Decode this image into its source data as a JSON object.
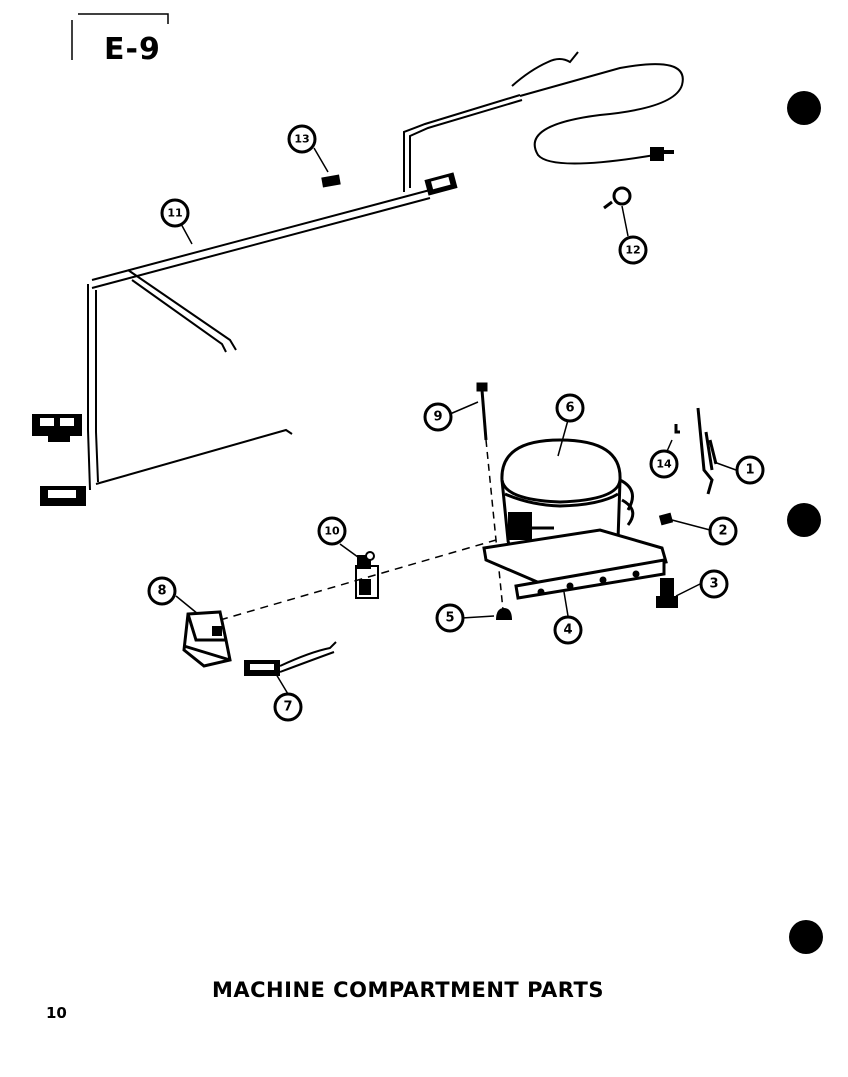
{
  "page_label": "E-9",
  "caption": "MACHINE COMPARTMENT PARTS",
  "page_number": "10",
  "callouts": [
    {
      "id": "p1",
      "label": "1"
    },
    {
      "id": "p2",
      "label": "2"
    },
    {
      "id": "p3",
      "label": "3"
    },
    {
      "id": "p4",
      "label": "4"
    },
    {
      "id": "p5",
      "label": "5"
    },
    {
      "id": "p6",
      "label": "6"
    },
    {
      "id": "p7",
      "label": "7"
    },
    {
      "id": "p8",
      "label": "8"
    },
    {
      "id": "p9",
      "label": "9"
    },
    {
      "id": "p10",
      "label": "10"
    },
    {
      "id": "p11",
      "label": "11"
    },
    {
      "id": "p12",
      "label": "12"
    },
    {
      "id": "p13",
      "label": "13"
    },
    {
      "id": "p14",
      "label": "14"
    }
  ]
}
